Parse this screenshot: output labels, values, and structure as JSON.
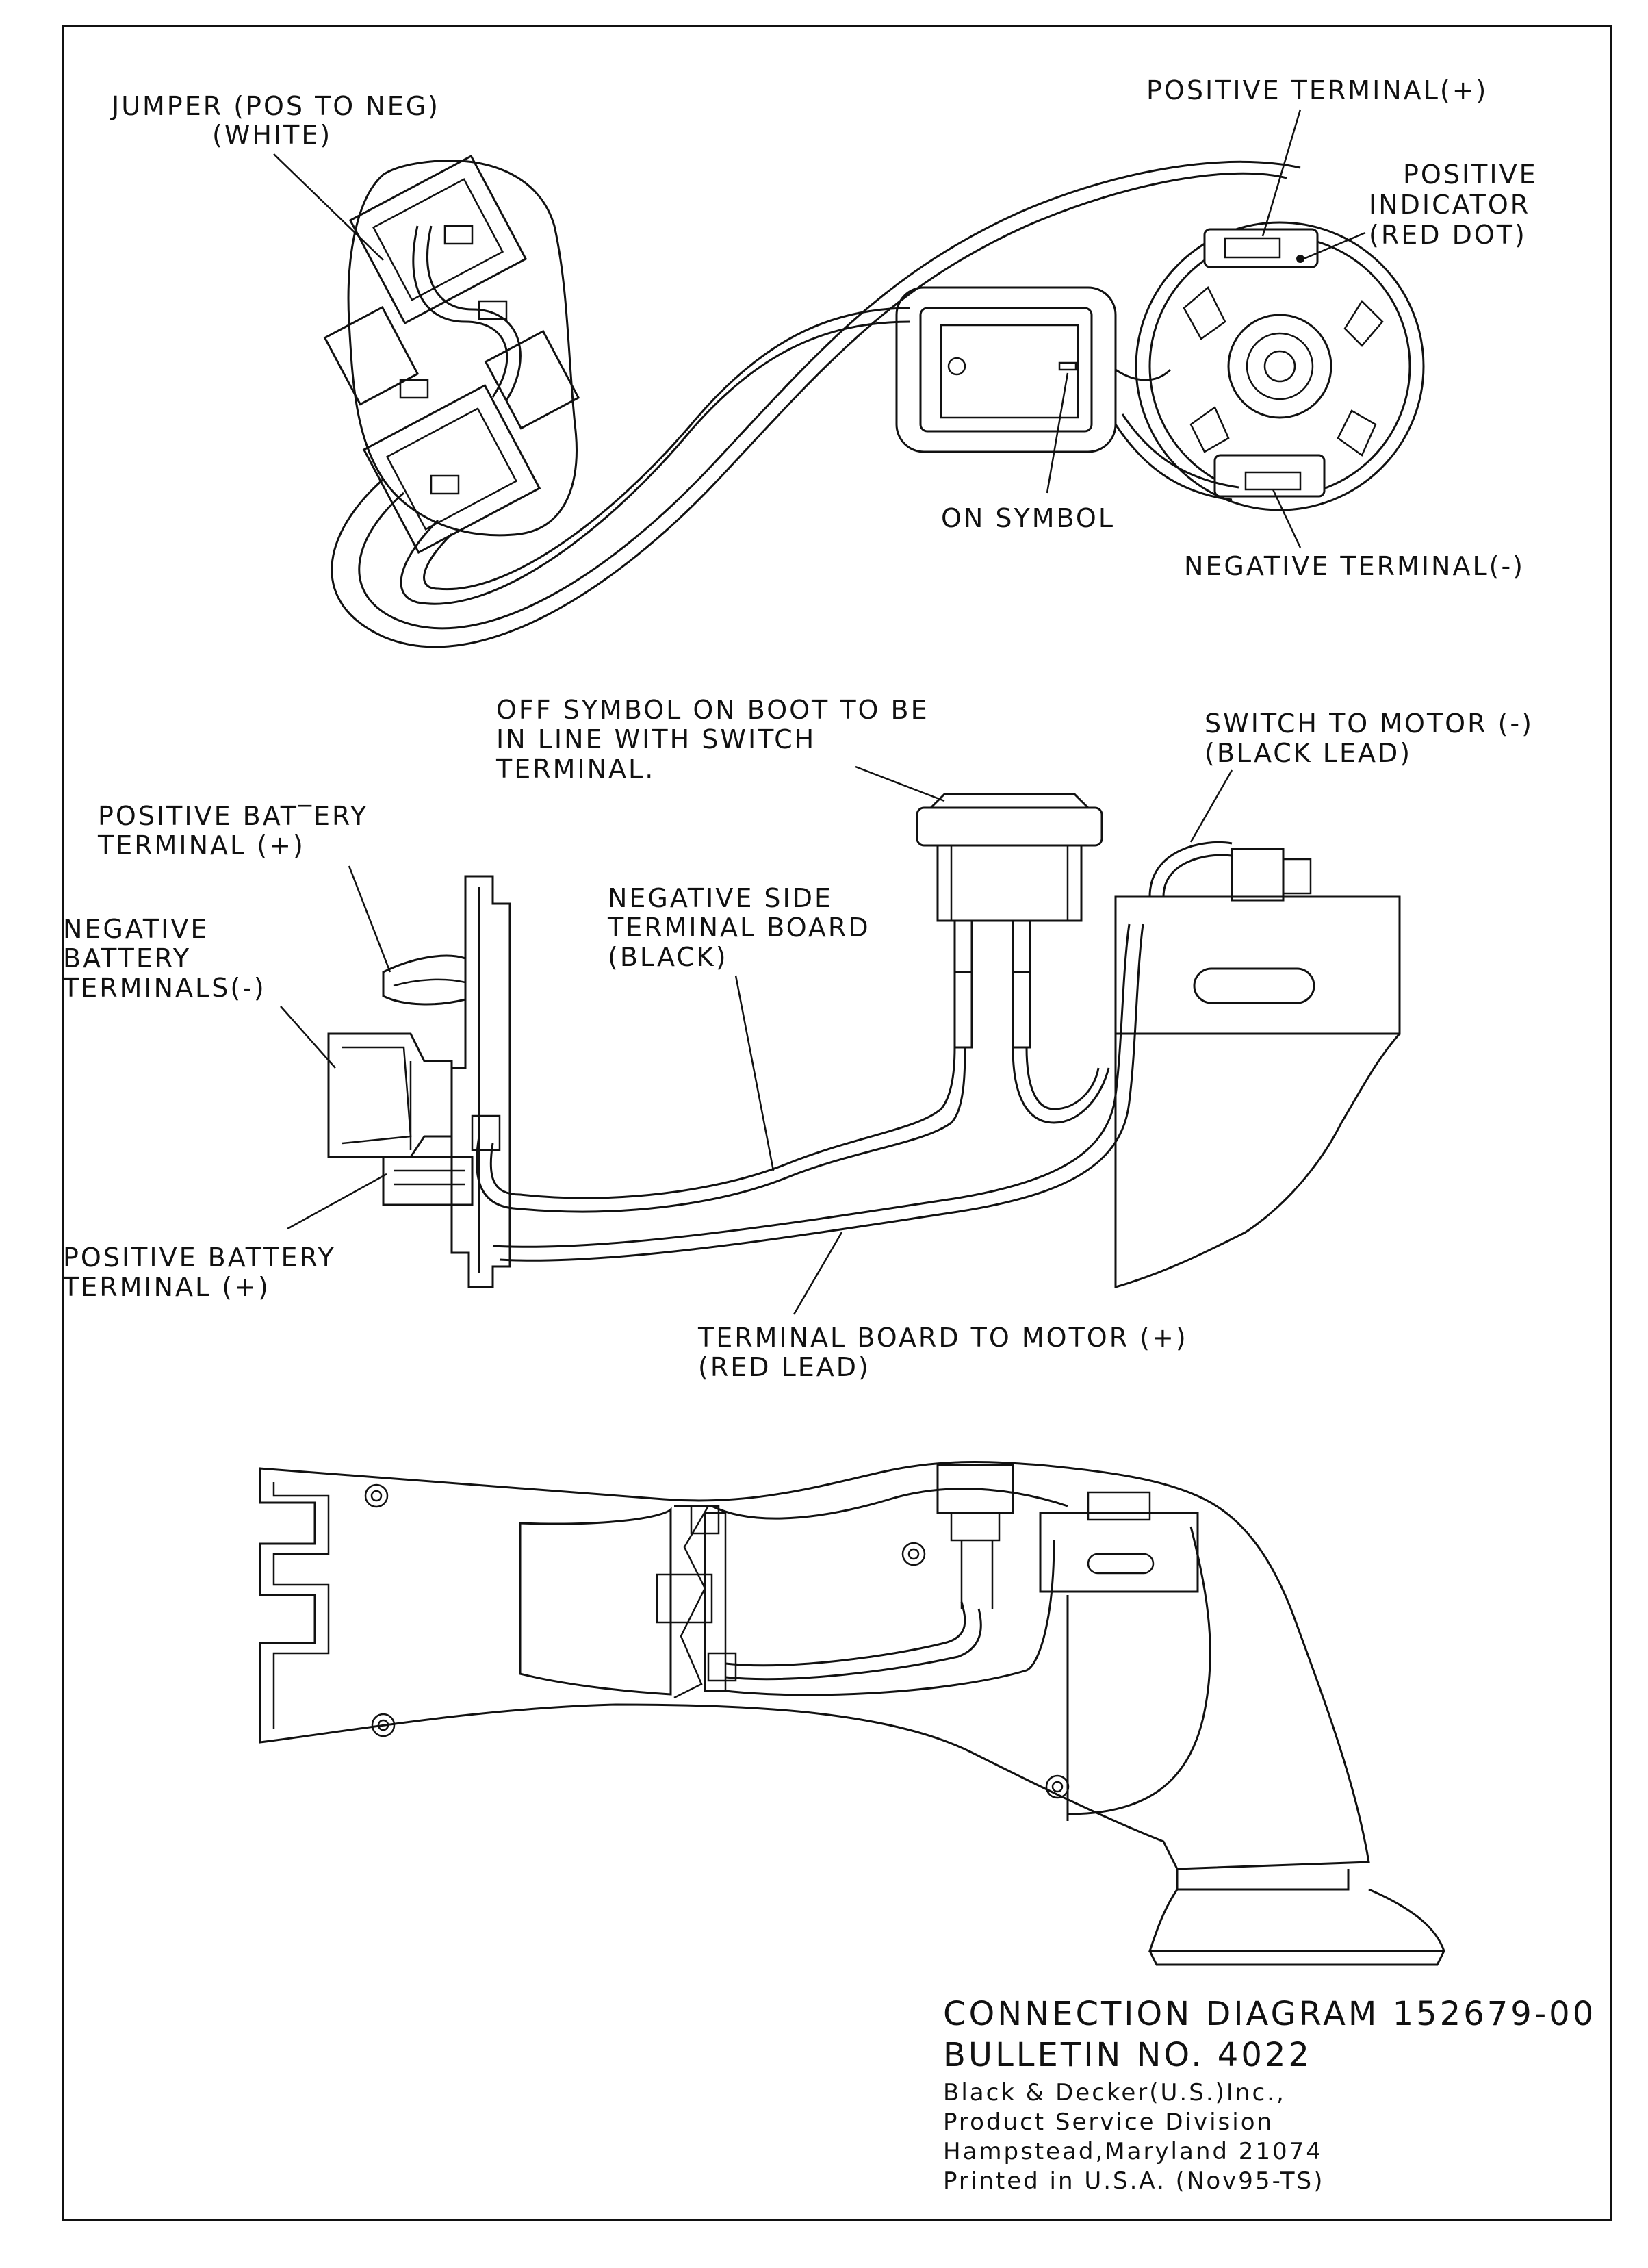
{
  "top_view": {
    "jumper_line1": "JUMPER (POS TO NEG)",
    "jumper_line2": "(WHITE)",
    "positive_terminal": "POSITIVE TERMINAL(+)",
    "positive_indicator_line1": "POSITIVE",
    "positive_indicator_line2": "INDICATOR",
    "positive_indicator_line3": "(RED DOT)",
    "on_symbol": "ON SYMBOL",
    "negative_terminal": "NEGATIVE TERMINAL(-)"
  },
  "middle_view": {
    "off_symbol_line1": "OFF SYMBOL ON BOOT TO BE",
    "off_symbol_line2": "IN LINE WITH SWITCH",
    "off_symbol_line3": "TERMINAL.",
    "switch_motor_line1": "SWITCH TO MOTOR (-)",
    "switch_motor_line2": "(BLACK LEAD)",
    "pos_batt_top_line1": "POSITIVE BAT‾ERY",
    "pos_batt_top_line2": "TERMINAL (+)",
    "neg_side_line1": "NEGATIVE SIDE",
    "neg_side_line2": "TERMINAL BOARD",
    "neg_side_line3": "(BLACK)",
    "neg_batt_line1": "NEGATIVE",
    "neg_batt_line2": "BATTERY",
    "neg_batt_line3": "TERMINALS(-)",
    "pos_batt_bottom_line1": "POSITIVE BATTERY",
    "pos_batt_bottom_line2": "TERMINAL (+)",
    "red_lead_line1": "TERMINAL BOARD TO MOTOR (+)",
    "red_lead_line2": "(RED LEAD)"
  },
  "title_block": {
    "line1": "CONNECTION DIAGRAM 152679-00",
    "line2": "BULLETIN NO. 4022",
    "line3": "Black & Decker(U.S.)Inc.,",
    "line4": "Product Service Division",
    "line5": "Hampstead,Maryland 21074",
    "line6": "Printed in U.S.A.   (Nov95-TS)"
  }
}
